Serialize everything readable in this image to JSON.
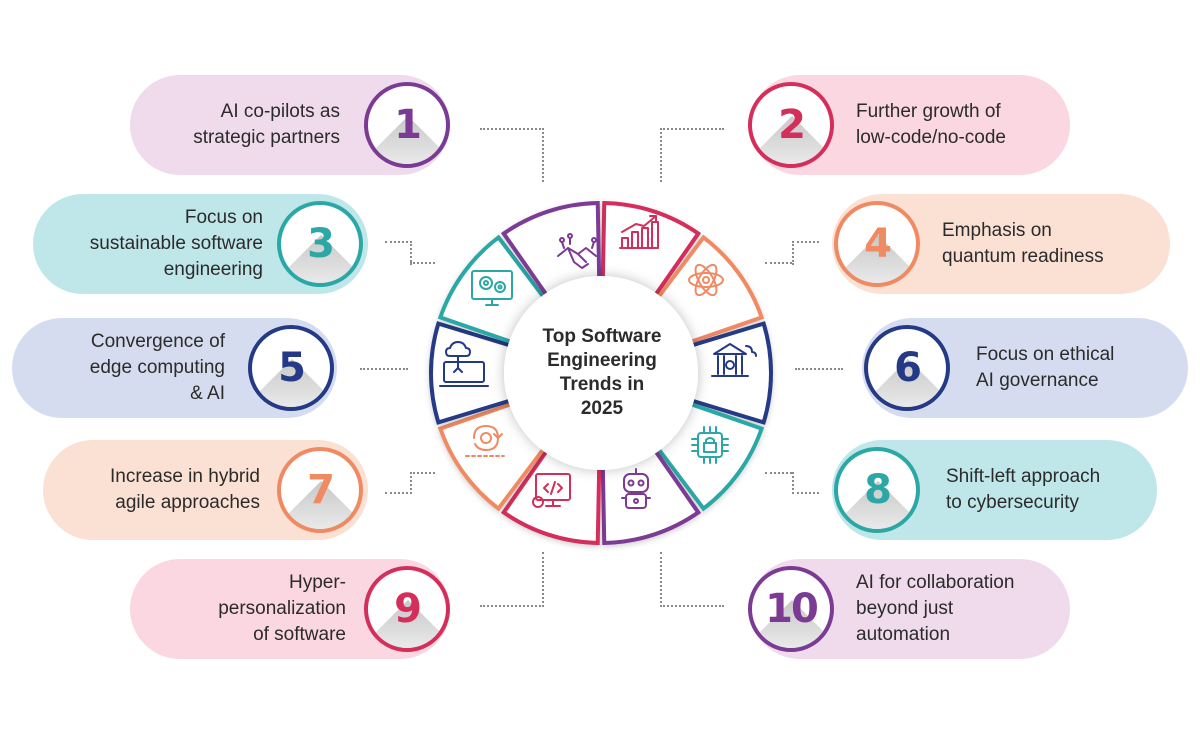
{
  "center": {
    "title_line1": "Top Software",
    "title_line2": "Engineering",
    "title_line3": "Trends in",
    "title_line4": "2025"
  },
  "trends": [
    {
      "number": "1",
      "text": "AI co-pilots as\nstrategic partners",
      "color": "#7b3a94",
      "bg": "#efdbec",
      "icon": "handshake-icon"
    },
    {
      "number": "2",
      "text": "Further growth of\nlow-code/no-code",
      "color": "#d42e5b",
      "bg": "#fbd7e1",
      "icon": "growth-chart-icon"
    },
    {
      "number": "3",
      "text": "Focus on\nsustainable software\nengineering",
      "color": "#2ba8a6",
      "bg": "#bfe6e8",
      "icon": "monitor-gears-icon"
    },
    {
      "number": "4",
      "text": "Emphasis on\nquantum readiness",
      "color": "#ef8a63",
      "bg": "#fbe0d4",
      "icon": "atom-icon"
    },
    {
      "number": "5",
      "text": "Convergence of\nedge computing\n& AI",
      "color": "#253a86",
      "bg": "#d6dcef",
      "icon": "cloud-laptop-icon"
    },
    {
      "number": "6",
      "text": "Focus on ethical\nAI governance",
      "color": "#253a86",
      "bg": "#d6dcef",
      "icon": "government-building-icon"
    },
    {
      "number": "7",
      "text": "Increase in hybrid\nagile approaches",
      "color": "#ef8a63",
      "bg": "#fbe0d4",
      "icon": "agile-cycle-icon"
    },
    {
      "number": "8",
      "text": "Shift-left approach\nto cybersecurity",
      "color": "#2ba8a6",
      "bg": "#bfe6e8",
      "icon": "security-chip-icon"
    },
    {
      "number": "9",
      "text": "Hyper-\npersonalization\nof software",
      "color": "#d42e5b",
      "bg": "#fbd7e1",
      "icon": "code-monitor-icon"
    },
    {
      "number": "10",
      "text": "AI for collaboration\nbeyond just\nautomation",
      "color": "#7b3a94",
      "bg": "#efdbec",
      "icon": "robot-icon"
    }
  ]
}
